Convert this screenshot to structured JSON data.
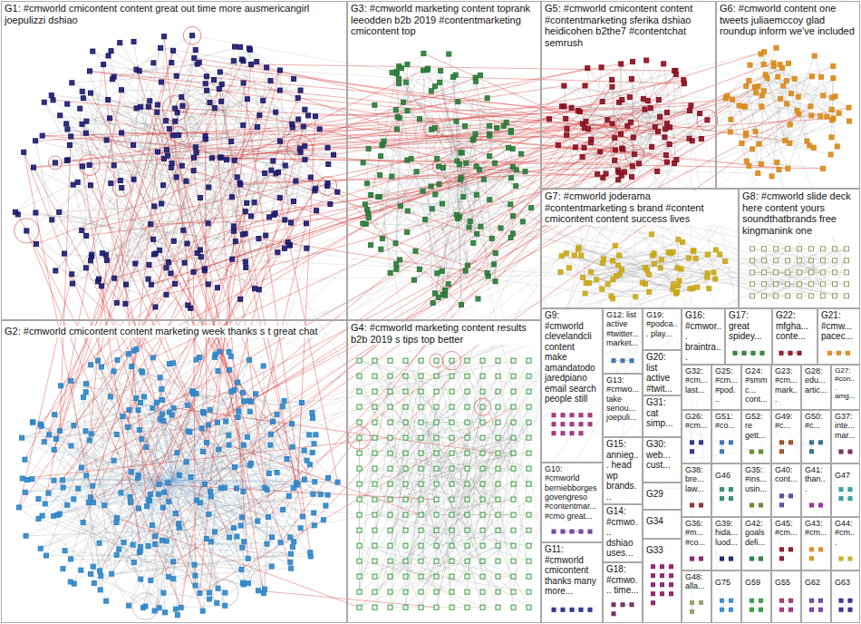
{
  "diagram": {
    "nodes": [
      {
        "text": [
          "G1: #cmworld cmicontent content great out time more ausmericangirl joepulizzi dshiao"
        ]
      },
      {
        "text": [
          "G3: #cmworld marketing content toprank leeodden b2b 2019 #contentmarketing cmicontent top"
        ]
      },
      {
        "text": [
          "G5: #cmworld cmicontent content #contentmarketing sferika dshiao heidicohen b2the7 #contentchat semrush"
        ]
      },
      {
        "text": [
          "G6: #cmworld content one tweets juliaemccoy glad roundup inform we've included"
        ]
      },
      {
        "text": [
          "G7: #cmworld joderama #contentmarketing s brand #content cmicontent content success lives"
        ]
      },
      {
        "text": [
          "G8: #cmworld slide deck here content yours soundthatbrands free kingmanink one"
        ]
      },
      {
        "text": [
          "G2: #cmworld cmicontent content marketing week thanks s t great chat"
        ]
      },
      {
        "text": [
          "G4: #cmworld marketing content results b2b 2019 s tips top better"
        ]
      },
      {
        "text": [
          "G9: #cmworld clevelandcli content make amandatodo jaredpiano email search people still"
        ]
      },
      {
        "text": [
          "G10: #cmworld berniebborges govengreso #contentmar... #cmo great..."
        ]
      },
      {
        "text": [
          "G11: #cmworld cmicontent thanks many more..."
        ]
      },
      {
        "text": [
          "G12: list active #twitter... market..."
        ]
      },
      {
        "text": [
          "G13: #cmwo... take seriou... joepuli..."
        ]
      },
      {
        "text": [
          "G15: annieg... head wp brands..."
        ]
      },
      {
        "text": [
          "G14: #cmwo... dshiao uses..."
        ]
      },
      {
        "text": [
          "G18: #cmwo... time..."
        ]
      },
      {
        "text": [
          "G19: #podca... play..."
        ]
      },
      {
        "text": [
          "G20: list active #twit..."
        ]
      },
      {
        "text": [
          "G31: cat simp..."
        ]
      },
      {
        "text": [
          "G30: web... cust..."
        ]
      },
      {
        "text": [
          "G29"
        ]
      },
      {
        "text": [
          "G34"
        ]
      },
      {
        "text": [
          "G33"
        ]
      },
      {
        "text": [
          "G16: #cmwor... braintra..."
        ]
      },
      {
        "text": [
          "G17: great spidey..."
        ]
      },
      {
        "text": [
          "G22: mfgha... conte..."
        ]
      },
      {
        "text": [
          "G21: #cmw... pacec..."
        ]
      },
      {
        "text": [
          "G32: #cm... last..."
        ]
      },
      {
        "text": [
          "G25: #cm... #pod..."
        ]
      },
      {
        "text": [
          "G24: #smmc... cont..."
        ]
      },
      {
        "text": [
          "G23: #cm... mark..."
        ]
      },
      {
        "text": [
          "G28: edu... artic..."
        ]
      },
      {
        "text": [
          "G27: #con... amg..."
        ]
      },
      {
        "text": [
          "G26: #cm..."
        ]
      },
      {
        "text": [
          "G51: #co..."
        ]
      },
      {
        "text": [
          "G52: re gett..."
        ]
      },
      {
        "text": [
          "G49: #c..."
        ]
      },
      {
        "text": [
          "G50: #c..."
        ]
      },
      {
        "text": [
          "G37: inte... mar..."
        ]
      },
      {
        "text": [
          "G38: bre... law..."
        ]
      },
      {
        "text": [
          "G46"
        ]
      },
      {
        "text": [
          "G35: #ins... usin..."
        ]
      },
      {
        "text": [
          "G40: cont..."
        ]
      },
      {
        "text": [
          "G41: than..."
        ]
      },
      {
        "text": [
          "G47"
        ]
      },
      {
        "text": [
          "G36: #m... #co..."
        ]
      },
      {
        "text": [
          "G39: hida... luod..."
        ]
      },
      {
        "text": [
          "G42: goals defi..."
        ]
      },
      {
        "text": [
          "G45: #cm..."
        ]
      },
      {
        "text": [
          "G43: #cm..."
        ]
      },
      {
        "text": [
          "G44: #cm..."
        ]
      },
      {
        "text": [
          "G48: alla..."
        ]
      },
      {
        "text": [
          "G75"
        ]
      },
      {
        "text": [
          "G59"
        ]
      },
      {
        "text": [
          "G55"
        ]
      },
      {
        "text": [
          "G62"
        ]
      },
      {
        "text": [
          "G63"
        ]
      }
    ]
  }
}
